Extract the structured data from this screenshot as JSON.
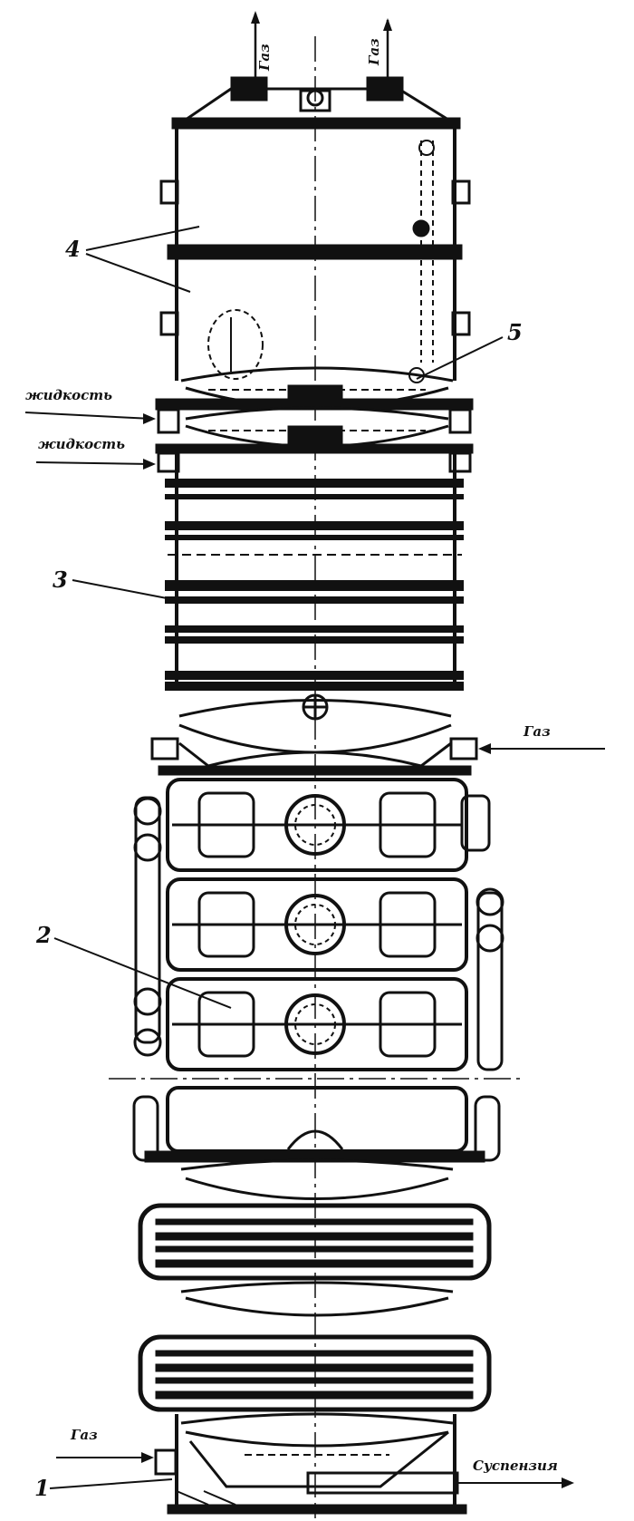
{
  "labels": {
    "gas_out_left": "Газ",
    "gas_out_right": "Газ",
    "liquid_in_1": "жидкость",
    "liquid_in_2": "жидкость",
    "gas_in_mid": "Газ",
    "gas_in_bottom": "Газ",
    "suspension_out": "Суспензия"
  },
  "callouts": {
    "n1": "1",
    "n2": "2",
    "n3": "3",
    "n4": "4",
    "n5": "5"
  },
  "colors": {
    "ink": "#111111",
    "paper": "#ffffff"
  }
}
